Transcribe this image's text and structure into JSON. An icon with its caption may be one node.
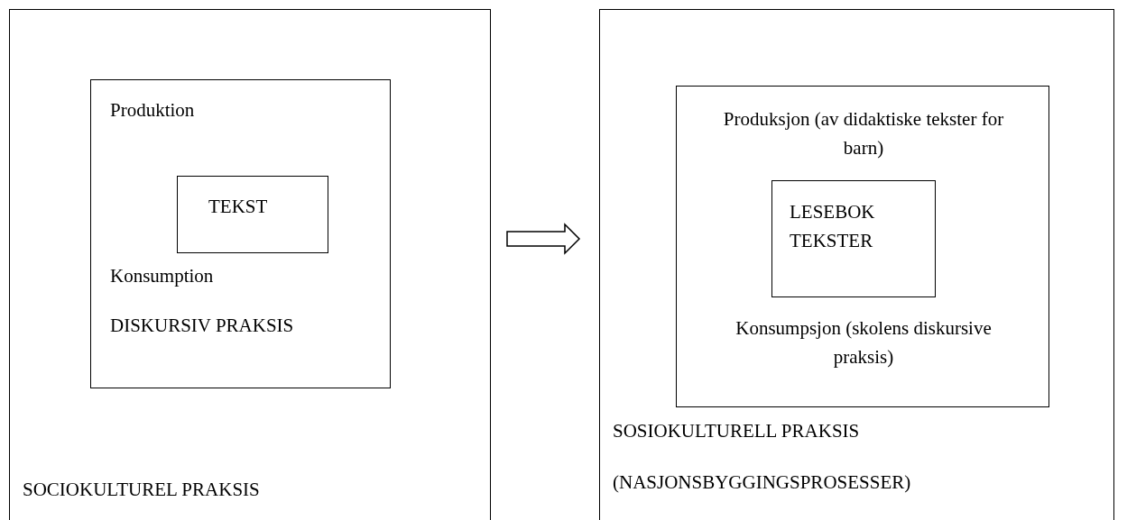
{
  "diagram": {
    "nodes": [
      {
        "text": [
          "SOCIOKULTUREL PRAKSIS"
        ]
      },
      {
        "text": [
          "Produktion",
          "Konsumption",
          "DISKURSIV PRAKSIS"
        ],
        "in": 0
      },
      {
        "text": [
          "TEKST"
        ],
        "in": 1
      },
      {
        "text": [
          "SOSIOKULTURELL PRAKSIS",
          "(NASJONSBYGGINGSPROSESSER)"
        ]
      },
      {
        "text": [
          "Produksjon (av didaktiske tekster for barn)",
          "Konsumpsjon (skolens diskursive praksis)"
        ],
        "in": 3
      },
      {
        "text": [
          "LESEBOK TEKSTER"
        ],
        "in": 4
      }
    ],
    "edges": [
      {
        "from": 0,
        "to": 3,
        "arrow": "to"
      }
    ]
  }
}
